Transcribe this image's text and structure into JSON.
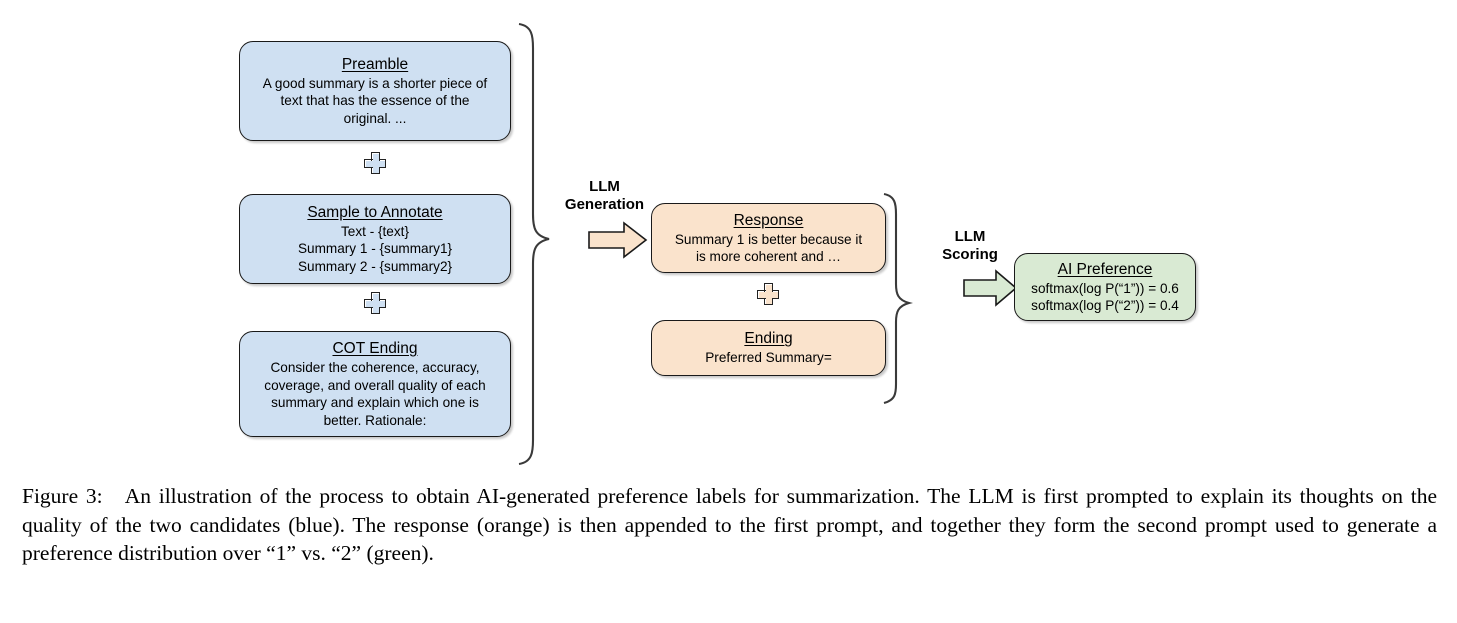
{
  "figure": {
    "prompt_boxes": [
      {
        "id": "preamble",
        "color_role": "blue",
        "title": "Preamble",
        "lines": [
          "A good summary is a shorter piece of",
          "text that has the essence of the",
          "original. ..."
        ]
      },
      {
        "id": "sample-to-annotate",
        "color_role": "blue",
        "title": "Sample to Annotate",
        "lines": [
          "Text - {text}",
          "Summary 1 - {summary1}",
          "Summary 2 - {summary2}"
        ]
      },
      {
        "id": "cot-ending",
        "color_role": "blue",
        "title": "COT Ending",
        "lines": [
          "Consider the coherence, accuracy,",
          "coverage, and overall quality of each",
          "summary and explain which one is",
          "better. Rationale:"
        ]
      }
    ],
    "response_boxes": [
      {
        "id": "response",
        "color_role": "orange",
        "title": "Response",
        "lines": [
          "Summary 1 is better because it",
          "is more coherent and …"
        ]
      },
      {
        "id": "ending",
        "color_role": "orange",
        "title": "Ending",
        "lines": [
          "Preferred Summary="
        ]
      }
    ],
    "output_box": {
      "id": "ai-preference",
      "color_role": "green",
      "title": "AI Preference",
      "lines": [
        "softmax(log P(“1”)) = 0.6",
        "softmax(log P(“2”)) = 0.4"
      ]
    },
    "stages": [
      {
        "id": "llm-generation",
        "line1": "LLM",
        "line2": "Generation"
      },
      {
        "id": "llm-scoring",
        "line1": "LLM",
        "line2": "Scoring"
      }
    ],
    "plus_signs": [
      {
        "id": "plus-preamble-sample",
        "color_role": "blue"
      },
      {
        "id": "plus-sample-cot",
        "color_role": "blue"
      },
      {
        "id": "plus-response-ending",
        "color_role": "orange"
      }
    ],
    "colors": {
      "blue": "#cfe0f2",
      "orange": "#fae3cc",
      "green": "#d9ead3",
      "outline": "#1a1a1a"
    }
  },
  "caption": {
    "label": "Figure 3:",
    "text": "An illustration of the process to obtain AI-generated preference labels for summarization. The LLM is first prompted to explain its thoughts on the quality of the two candidates (blue). The response (orange) is then appended to the first prompt, and together they form the second prompt used to generate a preference distribution over “1” vs. “2” (green)."
  }
}
